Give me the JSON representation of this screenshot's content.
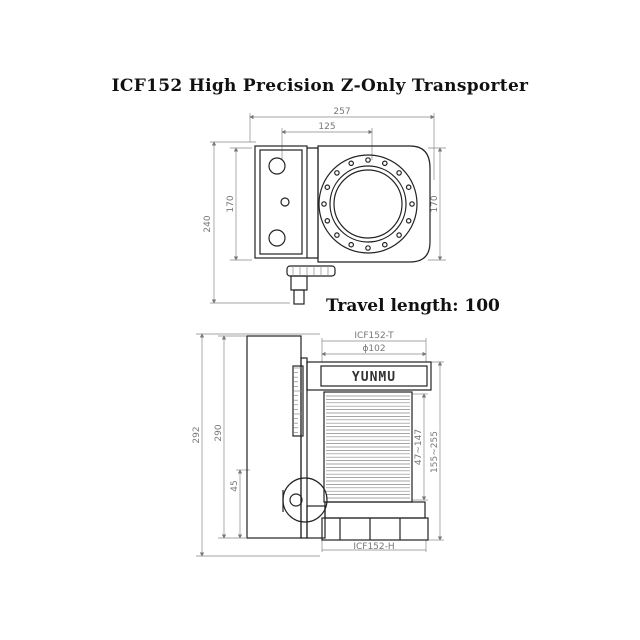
{
  "title": "ICF152 High Precision Z-Only Transporter",
  "travel_label": "Travel length: 100",
  "brand": "YUNMU",
  "top_view": {
    "dim_width_total": "257",
    "dim_width_partial": "125",
    "dim_height_left": "170",
    "dim_height_right": "170",
    "dim_height_total": "240"
  },
  "side_view": {
    "part_top": "ICF152-T",
    "dim_diameter": "ϕ102",
    "dim_height_292": "292",
    "dim_height_290": "290",
    "dim_height_45": "45",
    "dim_bellows": "47~147",
    "dim_range": "155~255",
    "part_bottom": "ICF152-H"
  }
}
